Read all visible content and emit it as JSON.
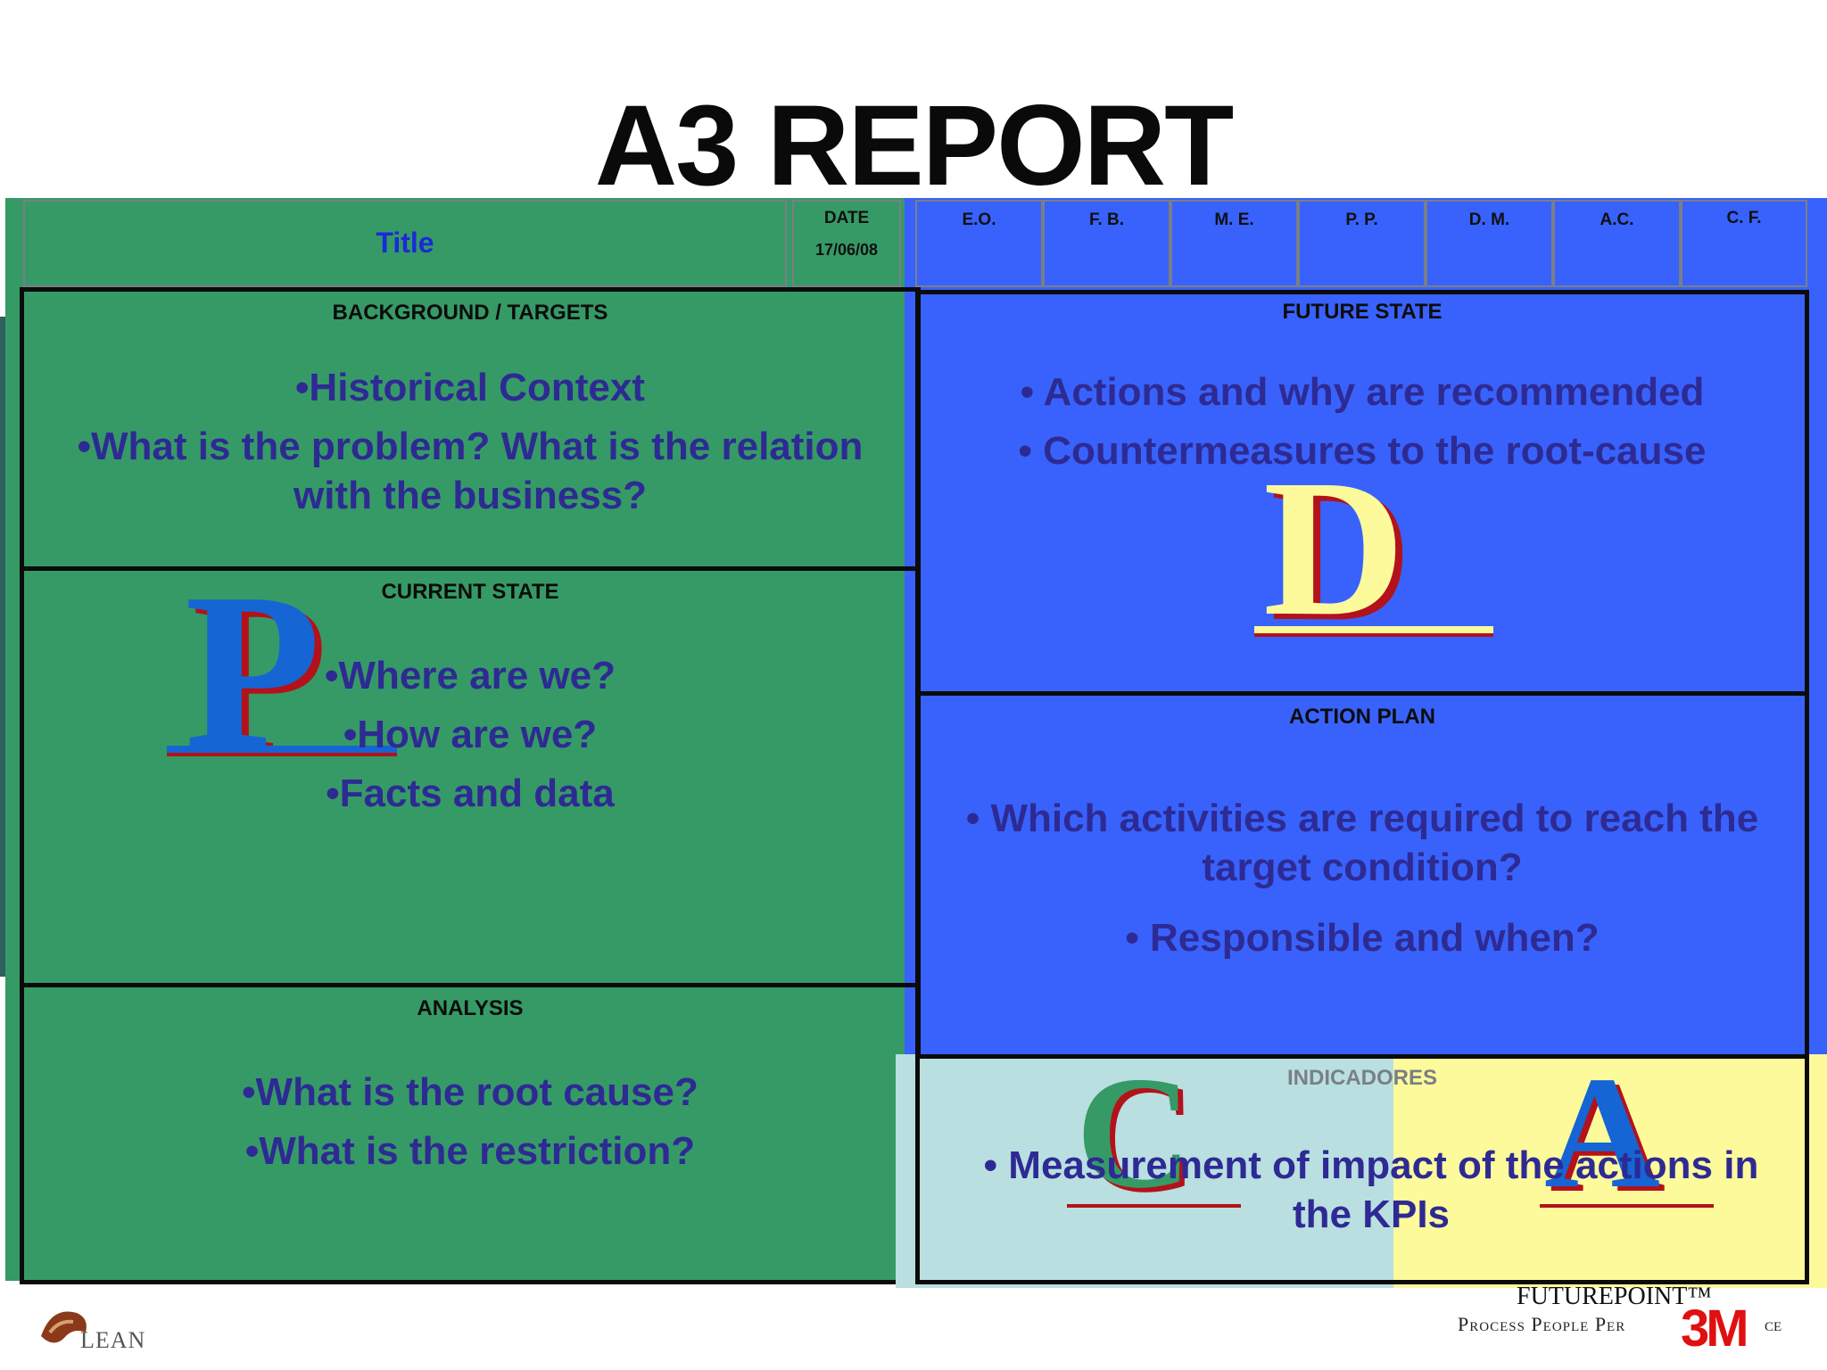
{
  "report": {
    "title": "A3 REPORT"
  },
  "header": {
    "title_label": "Title",
    "date_label": "DATE",
    "date_value": "17/06/08",
    "columns": [
      "E.O.",
      "F. B.",
      "M. E.",
      "P. P.",
      "D. M.",
      "A.C.",
      "C. F."
    ]
  },
  "sections": {
    "background": {
      "label": "BACKGROUND / TARGETS",
      "bullets": [
        "•Historical Context",
        "•What is the problem? What is the relation with the business?"
      ]
    },
    "current_state": {
      "label": "CURRENT STATE",
      "bullets": [
        "•Where are we?",
        "•How are we?",
        "•Facts and data"
      ]
    },
    "analysis": {
      "label": "ANALYSIS",
      "bullets": [
        "•What is the root cause?",
        "•What is the restriction?"
      ]
    },
    "future_state": {
      "label": "FUTURE STATE",
      "bullets": [
        "• Actions and why are recommended",
        "• Countermeasures to the root-cause"
      ]
    },
    "action_plan": {
      "label": "ACTION PLAN",
      "bullets": [
        "• Which activities are required to reach the target condition?",
        "• Responsible and when?"
      ]
    },
    "indicators": {
      "label": "INDICADORES",
      "bullets": [
        "• Measurement of impact of the actions in the KPIs"
      ]
    }
  },
  "letters": {
    "plan": "P",
    "do": "D",
    "check": "C",
    "act": "A"
  },
  "footer": {
    "lean_logo_text": "LEAN",
    "brand": "FUTUREPOINT™",
    "tagline": "Process People Per",
    "tagline_end": "ce",
    "logo_3m": "3M"
  },
  "colors": {
    "green": "#369a66",
    "blue": "#3862fb",
    "bullet_text": "#2e2a93",
    "light_blue": "#b9dfe1",
    "light_yellow": "#fdfa9c"
  }
}
